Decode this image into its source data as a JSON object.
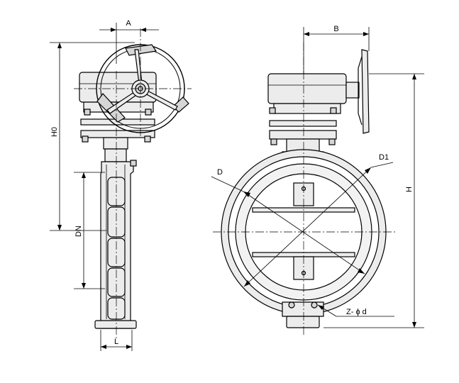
{
  "labels": {
    "A": "A",
    "B": "B",
    "H0": "H0",
    "H": "H",
    "DN": "DN",
    "L": "L",
    "D": "D",
    "D1": "D1",
    "Zd": "Z- ϕ d"
  }
}
